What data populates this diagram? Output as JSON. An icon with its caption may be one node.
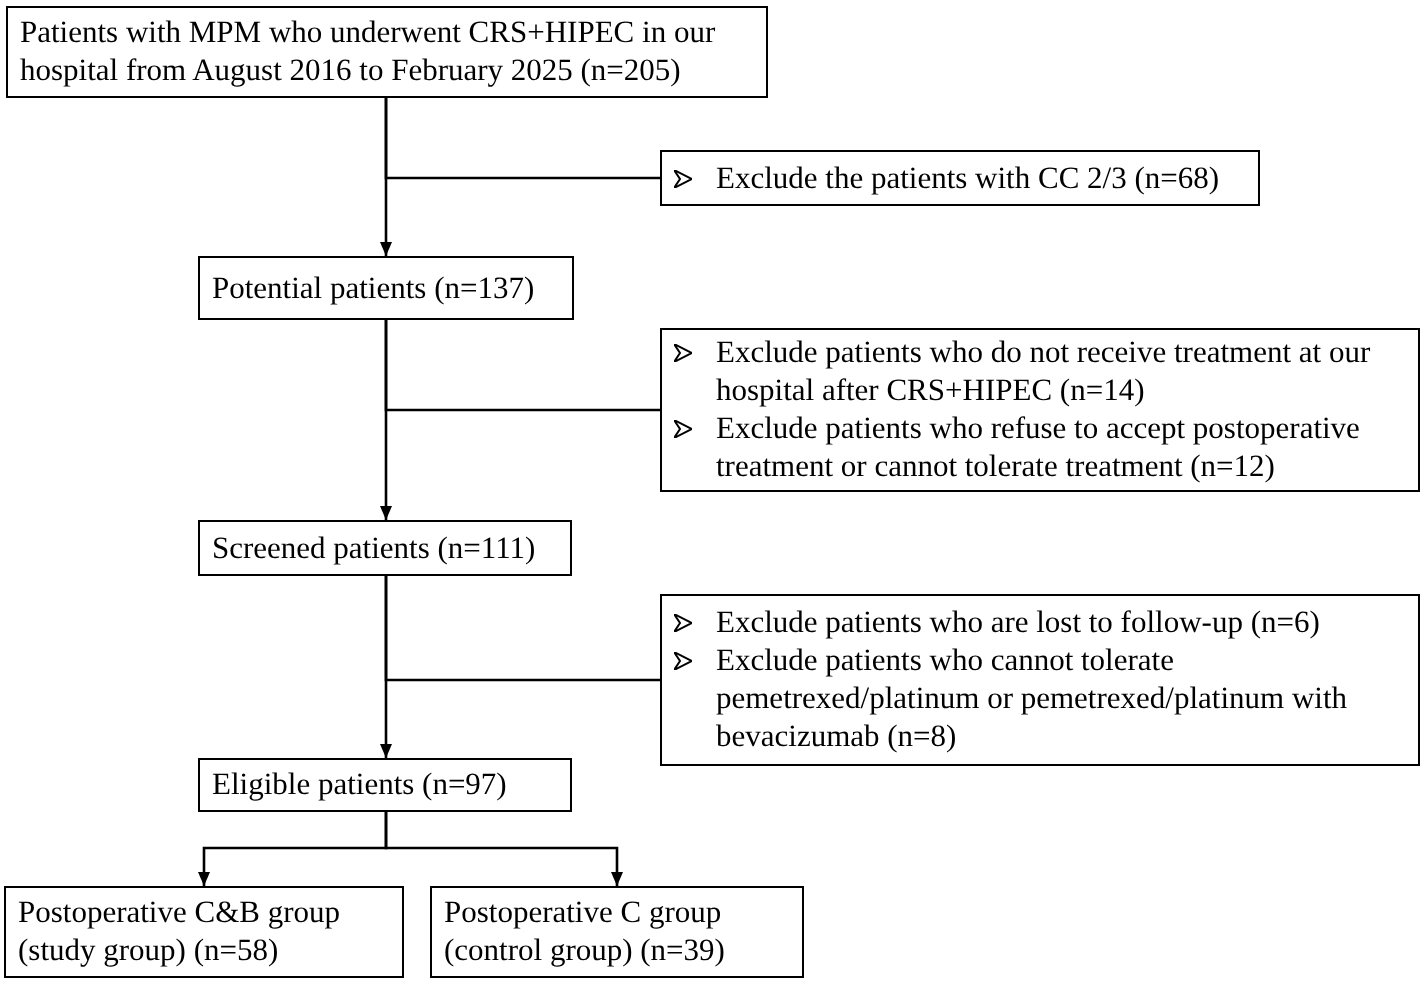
{
  "diagram": {
    "nodes": [
      {
        "text": [
          "Patients with MPM who underwent CRS+HIPEC in our hospital from August 2016 to February 2025 (n=205)"
        ]
      },
      {
        "text": [
          "Exclude the patients with CC 2/3 (n=68)"
        ]
      },
      {
        "text": [
          "Potential patients (n=137)"
        ]
      },
      {
        "text": [
          "Exclude patients who do not receive treatment at our hospital after CRS+HIPEC (n=14)",
          "Exclude patients who refuse to accept postoperative treatment or cannot tolerate treatment (n=12)"
        ]
      },
      {
        "text": [
          "Screened patients (n=111)"
        ]
      },
      {
        "text": [
          "Exclude patients who are lost to follow-up (n=6)",
          "Exclude patients who cannot tolerate pemetrexed/platinum or pemetrexed/platinum with bevacizumab (n=8)"
        ]
      },
      {
        "text": [
          "Eligible patients (n=97)"
        ]
      },
      {
        "text": [
          "Postoperative C&B group (study group) (n=58)"
        ]
      },
      {
        "text": [
          "Postoperative C group (control group) (n=39)"
        ]
      }
    ],
    "edges": [
      {
        "from": 0,
        "to": 2,
        "arrow": "to"
      },
      {
        "from": 0,
        "to": 1,
        "arrow": "none"
      },
      {
        "from": 2,
        "to": 4,
        "arrow": "to"
      },
      {
        "from": 2,
        "to": 3,
        "arrow": "none"
      },
      {
        "from": 4,
        "to": 6,
        "arrow": "to"
      },
      {
        "from": 4,
        "to": 5,
        "arrow": "none"
      },
      {
        "from": 6,
        "to": 7,
        "arrow": "to"
      },
      {
        "from": 6,
        "to": 8,
        "arrow": "to"
      }
    ]
  }
}
